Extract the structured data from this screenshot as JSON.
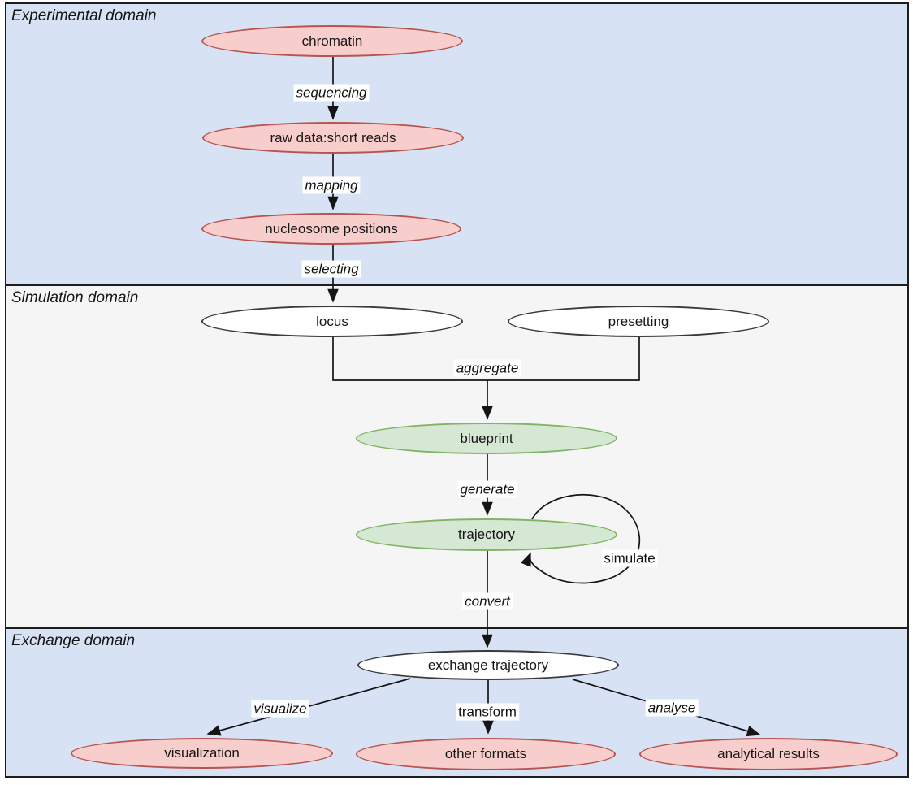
{
  "diagram": {
    "domains": [
      {
        "label": "Experimental domain",
        "background": "#d7e3f5"
      },
      {
        "label": "Simulation domain",
        "background": "#f5f5f5"
      },
      {
        "label": "Exchange domain",
        "background": "#d7e3f5"
      }
    ],
    "nodes": [
      {
        "id": "chromatin",
        "label": "chromatin",
        "style": "pink",
        "domain": "Experimental domain"
      },
      {
        "id": "raw-data-short-reads",
        "label": "raw data:short reads",
        "style": "pink",
        "domain": "Experimental domain"
      },
      {
        "id": "nucleosome-positions",
        "label": "nucleosome positions",
        "style": "pink",
        "domain": "Experimental domain"
      },
      {
        "id": "locus",
        "label": "locus",
        "style": "white",
        "domain": "Simulation domain"
      },
      {
        "id": "presetting",
        "label": "presetting",
        "style": "white",
        "domain": "Simulation domain"
      },
      {
        "id": "blueprint",
        "label": "blueprint",
        "style": "green",
        "domain": "Simulation domain"
      },
      {
        "id": "trajectory",
        "label": "trajectory",
        "style": "green",
        "domain": "Simulation domain"
      },
      {
        "id": "exchange-trajectory",
        "label": "exchange trajectory",
        "style": "white",
        "domain": "Exchange domain"
      },
      {
        "id": "visualization",
        "label": "visualization",
        "style": "pink",
        "domain": "Exchange domain"
      },
      {
        "id": "other-formats",
        "label": "other formats",
        "style": "pink",
        "domain": "Exchange domain"
      },
      {
        "id": "analytical-results",
        "label": "analytical results",
        "style": "pink",
        "domain": "Exchange domain"
      }
    ],
    "edges": [
      {
        "label": "sequencing",
        "from": "chromatin",
        "to": "raw data:short reads",
        "italic": true
      },
      {
        "label": "mapping",
        "from": "raw data:short reads",
        "to": "nucleosome positions",
        "italic": true
      },
      {
        "label": "selecting",
        "from": "nucleosome positions",
        "to": "locus",
        "italic": true
      },
      {
        "label": "aggregate",
        "from": "locus + presetting",
        "to": "blueprint",
        "italic": true
      },
      {
        "label": "generate",
        "from": "blueprint",
        "to": "trajectory",
        "italic": true
      },
      {
        "label": "simulate",
        "from": "trajectory",
        "to": "trajectory",
        "italic": false
      },
      {
        "label": "convert",
        "from": "trajectory",
        "to": "exchange trajectory",
        "italic": true
      },
      {
        "label": "visualize",
        "from": "exchange trajectory",
        "to": "visualization",
        "italic": true
      },
      {
        "label": "transform",
        "from": "exchange trajectory",
        "to": "other formats",
        "italic": false
      },
      {
        "label": "analyse",
        "from": "exchange trajectory",
        "to": "analytical results",
        "italic": true
      }
    ],
    "colors": {
      "experimental_band_bg": "#d7e3f5",
      "simulation_band_bg": "#f5f5f5",
      "exchange_band_bg": "#d7e3f5",
      "node_pink_fill": "#f8cecc",
      "node_pink_stroke": "#b85450",
      "node_green_fill": "#d5e8d4",
      "node_green_stroke": "#82b366",
      "node_white_fill": "#ffffff",
      "node_white_stroke": "#3a3a3a",
      "edge_stroke": "#141414",
      "frame_border": "#1d1d1d",
      "edge_label_bg": "#ffffff"
    }
  }
}
